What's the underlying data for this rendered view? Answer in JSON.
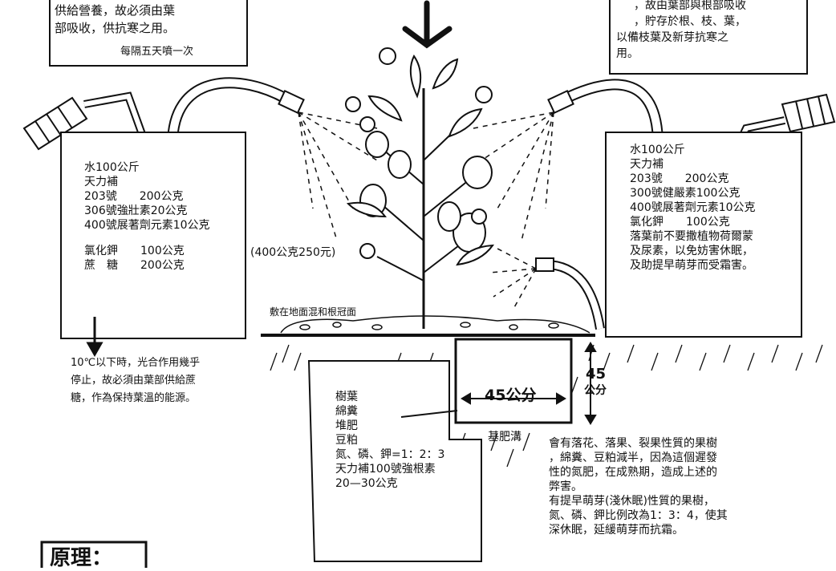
{
  "top_left_note": {
    "lines": [
      "供給營養，故必須由葉",
      "部吸收，供抗寒之用。"
    ],
    "frequency": "每隔五天噴一次"
  },
  "top_right_note": {
    "lines": [
      "，故由葉部與根部吸收",
      "，貯存於根、枝、葉，",
      "以備枝葉及新芽抗寒之",
      "用。"
    ]
  },
  "left_formula": {
    "lines": [
      "水100公斤",
      "天力補",
      "203號　　200公克",
      "306號強壯素20公克",
      "400號展著劑元素10公克",
      "氯化鉀　　100公克",
      "蔗　糖　　200公克"
    ],
    "price_note": "(400公克250元)",
    "note": [
      "10℃以下時，光合作用幾乎",
      "停止，故必須由葉部供給蔗",
      "糖，作為保持葉溫的能源。"
    ]
  },
  "right_formula": {
    "lines": [
      "水100公斤",
      "天力補",
      "203號　　200公克",
      "300號健嚴素100公克",
      "400號展著劑元素10公克",
      "氯化鉀　　100公克",
      "落葉前不要撒植物荷爾蒙",
      "及尿素，以免妨害休眠，",
      "及助提早萌芽而受霜害。"
    ]
  },
  "soil_label": "敷在地面混和根冠面",
  "trench": {
    "width_label": "45公分",
    "depth_label": [
      "45",
      "公分"
    ],
    "name": "基肥溝"
  },
  "fertilizer_list": [
    "樹葉",
    "綿糞",
    "堆肥",
    "豆粕",
    "氮、磷、鉀=1：2：3",
    "天力補100號強根素",
    "20—30公克"
  ],
  "bottom_right_note": [
    "會有落花、落果、裂果性質的果樹",
    "，綿糞、豆粕減半，因為這個遲發",
    "性的氮肥，在成熟期，造成上述的",
    "弊害。",
    "有提早萌芽(淺休眠)性質的果樹，",
    "氮、磷、鉀比例改為1：3：4，使其",
    "深休眠，延緩萌芽而抗霜。"
  ],
  "principle_heading": "原理："
}
